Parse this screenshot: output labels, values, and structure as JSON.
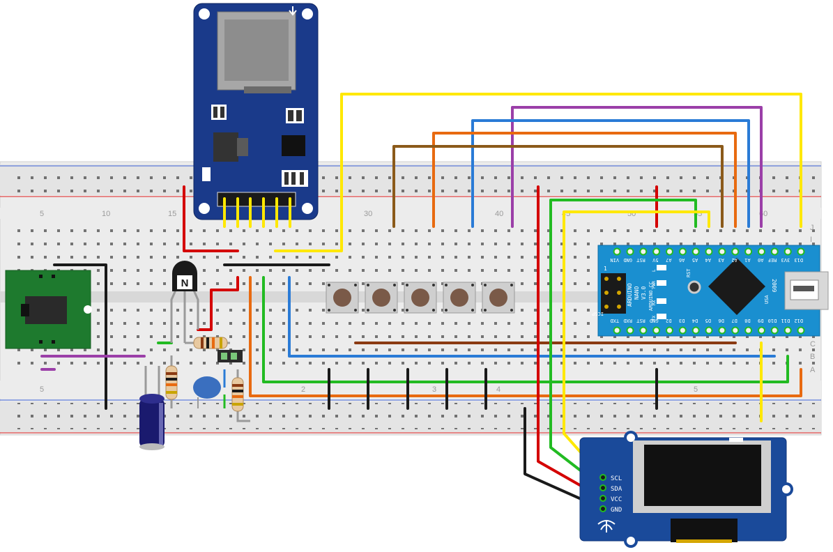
{
  "breadboard": {
    "column_numbers": [
      "5",
      "10",
      "15",
      "30",
      "40",
      "45",
      "50",
      "55",
      "60"
    ],
    "row_letters_top": [
      "J",
      "I"
    ],
    "row_letters_bottom": [
      "C",
      "B",
      "A"
    ],
    "lower_numbers": [
      "5",
      "2",
      "3",
      "4",
      "5"
    ]
  },
  "transistor": {
    "label": "N"
  },
  "arduino": {
    "name_line1": "ARDUINO",
    "name_line2": "NANO",
    "name_line3": "V3.0",
    "brand": "ARDUINO.CC",
    "year": "2009",
    "icsp": "ICSP",
    "rst": "RST",
    "usa": "USA",
    "led_labels": [
      "L",
      "PWR",
      "RX",
      "TX"
    ],
    "pin_number_1": "1",
    "top_pins": [
      "D13",
      "3V3",
      "REF",
      "A0",
      "A1",
      "A2",
      "A3",
      "A4",
      "A5",
      "A6",
      "A7",
      "5V",
      "RST",
      "GND",
      "VIN"
    ],
    "bottom_pins": [
      "D12",
      "D11",
      "D10",
      "D9",
      "D8",
      "D7",
      "D6",
      "D5",
      "D4",
      "D3",
      "D2",
      "GND",
      "RST",
      "RXD",
      "TXD"
    ]
  },
  "oled": {
    "pin_labels": [
      "SCL",
      "SDA",
      "VCC",
      "GND"
    ]
  },
  "colors": {
    "red": "#d40000",
    "black": "#1a1a1a",
    "yellow": "#ffe800",
    "green": "#22bb22",
    "blue": "#2a7bd6",
    "orange": "#e86a10",
    "brown": "#8b5a1a",
    "purple": "#9b3fa8",
    "dark_brown": "#8a3a12",
    "nano_blue": "#1a8fd0",
    "sd_blue": "#1a3a8a"
  }
}
